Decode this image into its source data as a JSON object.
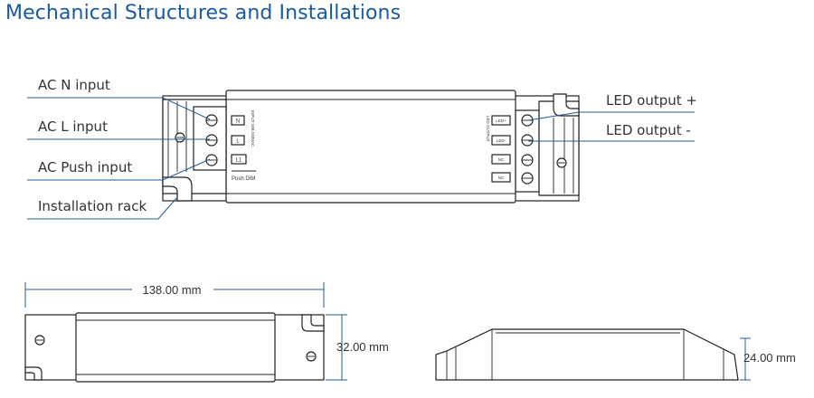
{
  "title": "Mechanical Structures and Installations",
  "callouts": {
    "ac_n": "AC N input",
    "ac_l": "AC L input",
    "ac_push": "AC Push input",
    "rack": "Installation rack",
    "led_pos": "LED output +",
    "led_neg": "LED output -"
  },
  "terminals": {
    "input": [
      "N",
      "L",
      "L1"
    ],
    "output": [
      "LED+",
      "LED-",
      "NC",
      "NC"
    ],
    "input_side_text": "INPUT 100-240VAC",
    "output_side_text": "LED OUTPUT",
    "push_dim": "Push DIM"
  },
  "dimensions": {
    "length": "138.00 mm",
    "width": "32.00 mm",
    "height": "24.00 mm"
  }
}
